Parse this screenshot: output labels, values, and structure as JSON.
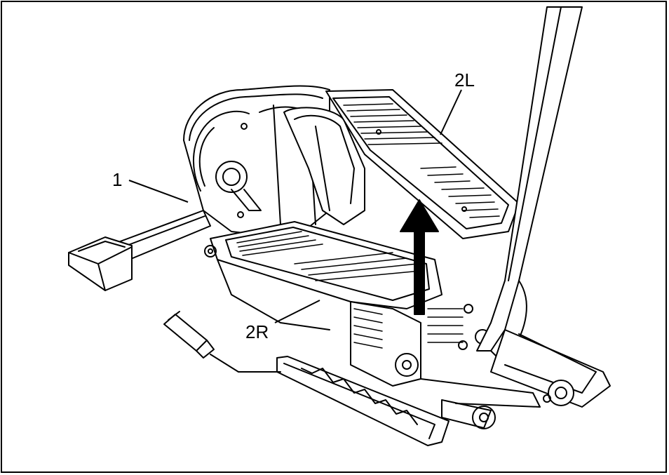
{
  "labels": {
    "part_1": "1",
    "part_2L": "2L",
    "part_2R": "2R"
  },
  "colors": {
    "line": "#000000",
    "background": "#ffffff",
    "arrow": "#000000"
  },
  "icons": {
    "direction": "up-arrow-icon",
    "tool": "grease-tube-icon"
  }
}
